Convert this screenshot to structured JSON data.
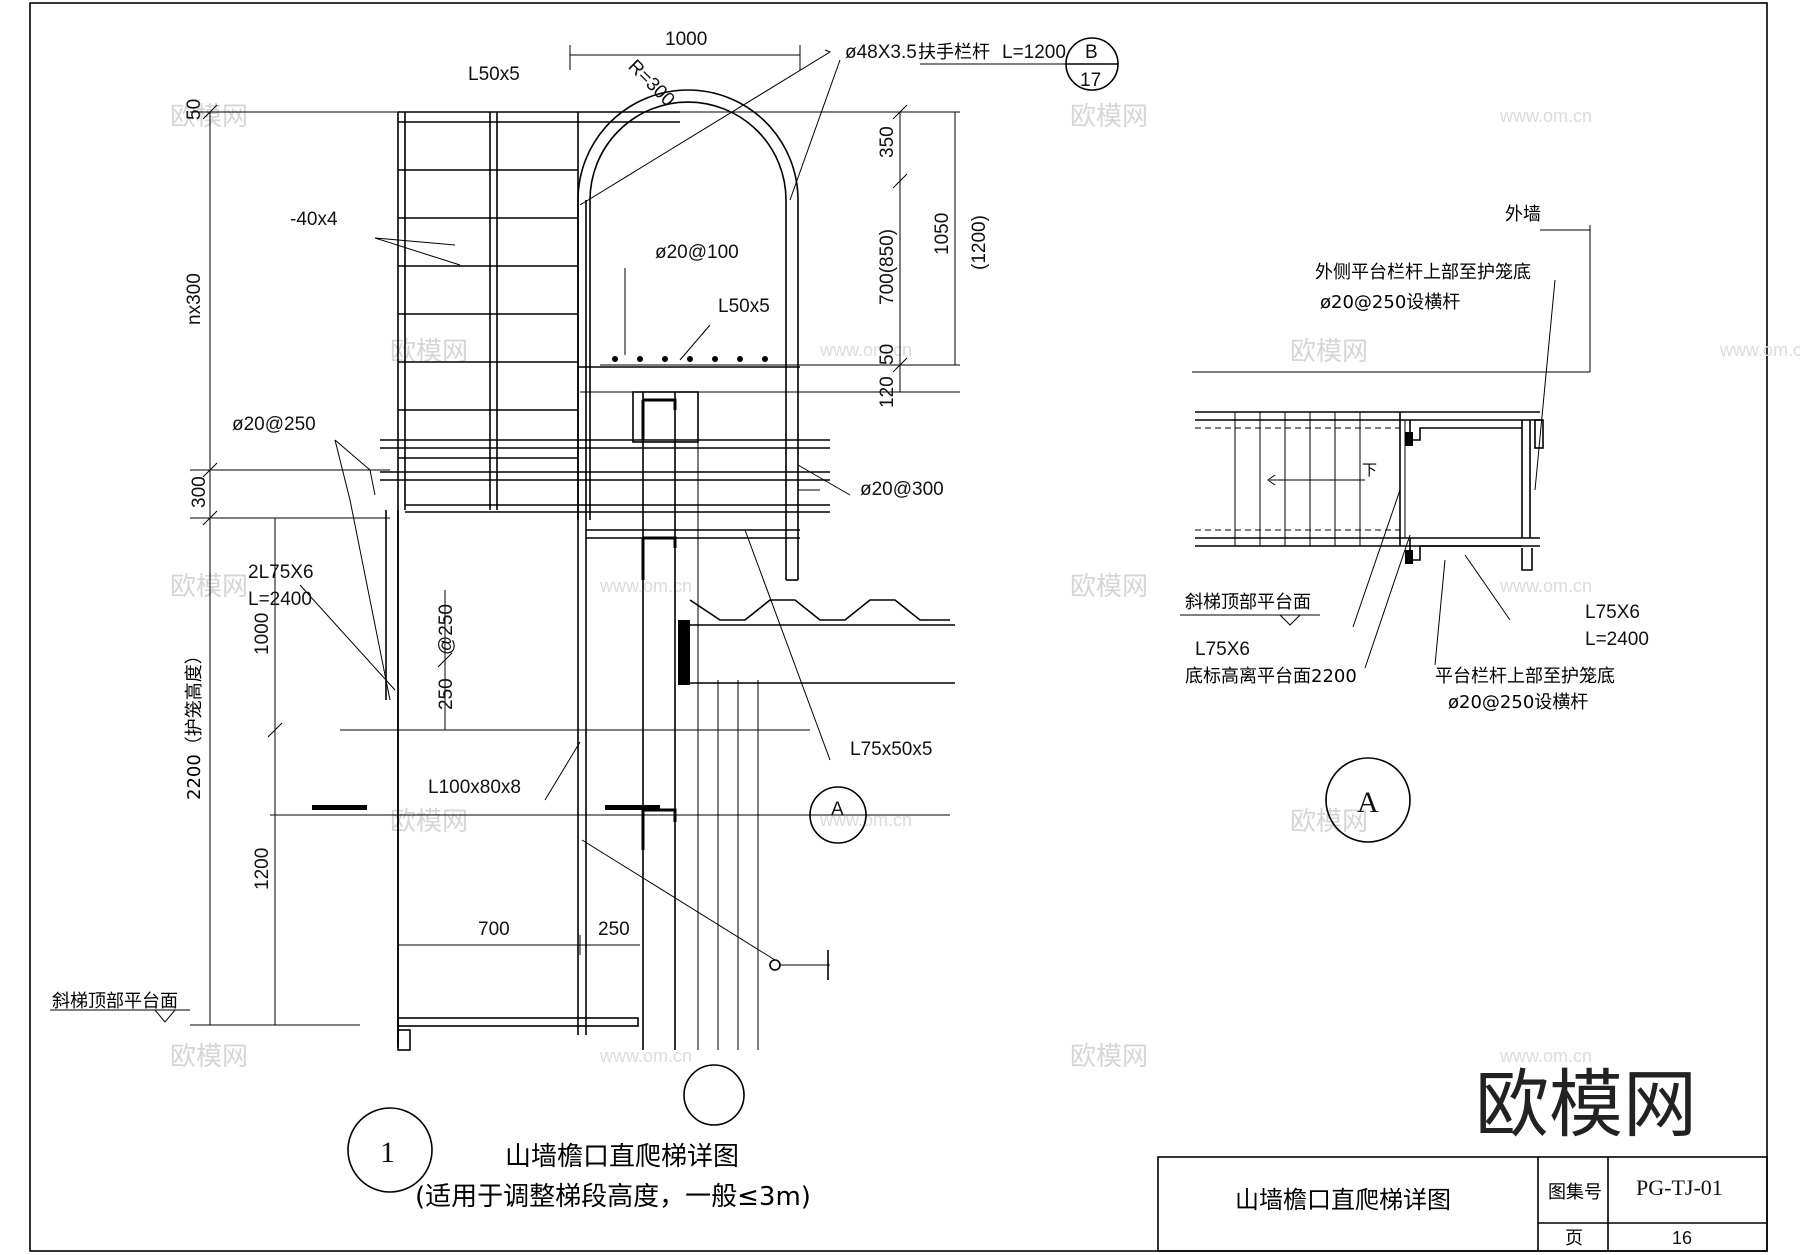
{
  "sheet": {
    "title_block": {
      "drawing_name": "山墙檐口直爬梯详图",
      "atlas_label": "图集号",
      "atlas_no": "PG-TJ-01",
      "page_label": "页",
      "page_no": "16"
    },
    "logo": "欧模网",
    "watermark_cn": "欧模网",
    "watermark_url": "www.om.cn"
  },
  "detail1": {
    "number": "1",
    "title": "山墙檐口直爬梯详图",
    "subtitle": "(适用于调整梯段高度，一般≤3m)",
    "labels": {
      "dim_1000_top": "1000",
      "handrail_spec": "ø48X3.5",
      "handrail_name": "扶手栏杆",
      "handrail_len": "L=1200",
      "ref_top": "B",
      "ref_bottom": "17",
      "angle_top": "L50x5",
      "radius": "R=300",
      "dim_50": "50",
      "flat_bar": "-40x4",
      "nx300": "nx300",
      "rod_100": "ø20@100",
      "angle_mid": "L50x5",
      "dim_350": "350",
      "dim_700_850": "700(850)",
      "dim_1050": "1050",
      "dim_1200_paren": "(1200)",
      "dim_50b": "50",
      "dim_120": "120",
      "rod_250": "ø20@250",
      "rod_300": "ø20@300",
      "dim_300": "300",
      "angle_2l": "2L75X6",
      "angle_2l_len": "L=2400",
      "dim_1000_left": "1000",
      "dim_at250": "@250",
      "dim_250v": "250",
      "cage_height": "2200（护笼高度）",
      "angle_l75": "L75x50x5",
      "angle_l100": "L100x80x8",
      "section_mark": "A",
      "dim_1200_left": "1200",
      "dim_700": "700",
      "dim_250h": "250",
      "platform_top": "斜梯顶部平台面"
    }
  },
  "detailA": {
    "mark": "A",
    "labels": {
      "outer_wall": "外墙",
      "note1_line1": "外侧平台栏杆上部至护笼底",
      "note1_line2": "ø20@250设横杆",
      "down": "下",
      "platform_top": "斜梯顶部平台面",
      "angle_l75": "L75X6",
      "angle_l75_len": "L=2400",
      "angle_l75b": "L75X6",
      "bottom_elev": "底标高离平台面2200",
      "note2_line1": "平台栏杆上部至护笼底",
      "note2_line2": "ø20@250设横杆"
    }
  }
}
